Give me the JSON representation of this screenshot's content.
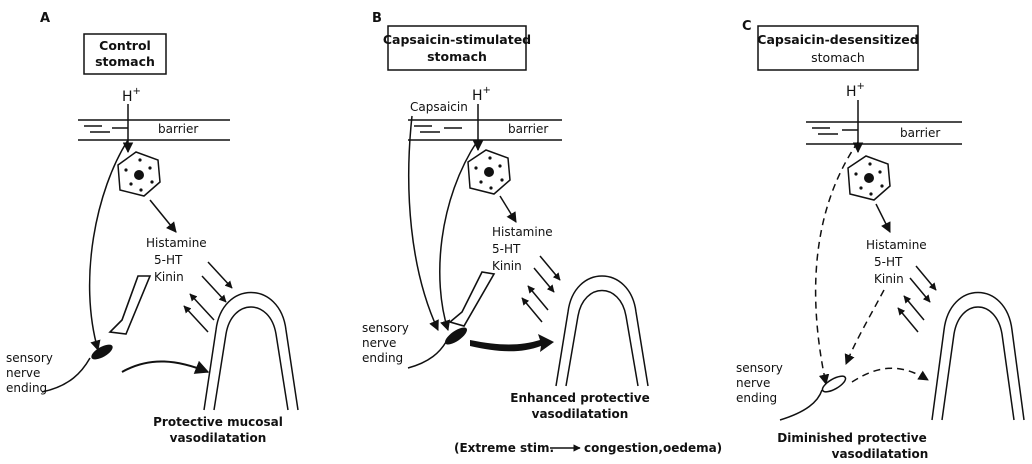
{
  "panels": {
    "A": {
      "letter": "A",
      "title_line1": "Control",
      "title_line2": "stomach",
      "h_plus": "H",
      "h_sup": "+",
      "barrier": "barrier",
      "mediators": [
        "Histamine",
        "5-HT",
        "Kinin"
      ],
      "nerve": [
        "sensory",
        "nerve",
        "ending"
      ],
      "caption_line1": "Protective mucosal",
      "caption_line2": "vasodilatation"
    },
    "B": {
      "letter": "B",
      "title_line1": "Capsaicin-stimulated",
      "title_line2": "stomach",
      "h_plus": "H",
      "h_sup": "+",
      "agent": "Capsaicin",
      "barrier": "barrier",
      "mediators": [
        "Histamine",
        "5-HT",
        "Kinin"
      ],
      "nerve": [
        "sensory",
        "nerve",
        "ending"
      ],
      "caption_line1": "Enhanced protective",
      "caption_line2": "vasodilatation",
      "note_prefix": "(Extreme stim.",
      "note_suffix": "congestion,oedema)"
    },
    "C": {
      "letter": "C",
      "title_line1": "Capsaicin-desensitized",
      "title_line2": "stomach",
      "h_plus": "H",
      "h_sup": "+",
      "barrier": "barrier",
      "mediators": [
        "Histamine",
        "5-HT",
        "Kinin"
      ],
      "nerve": [
        "sensory",
        "nerve",
        "ending"
      ],
      "caption_line1": "Diminished protective",
      "caption_line2": "vasodilatation"
    }
  }
}
